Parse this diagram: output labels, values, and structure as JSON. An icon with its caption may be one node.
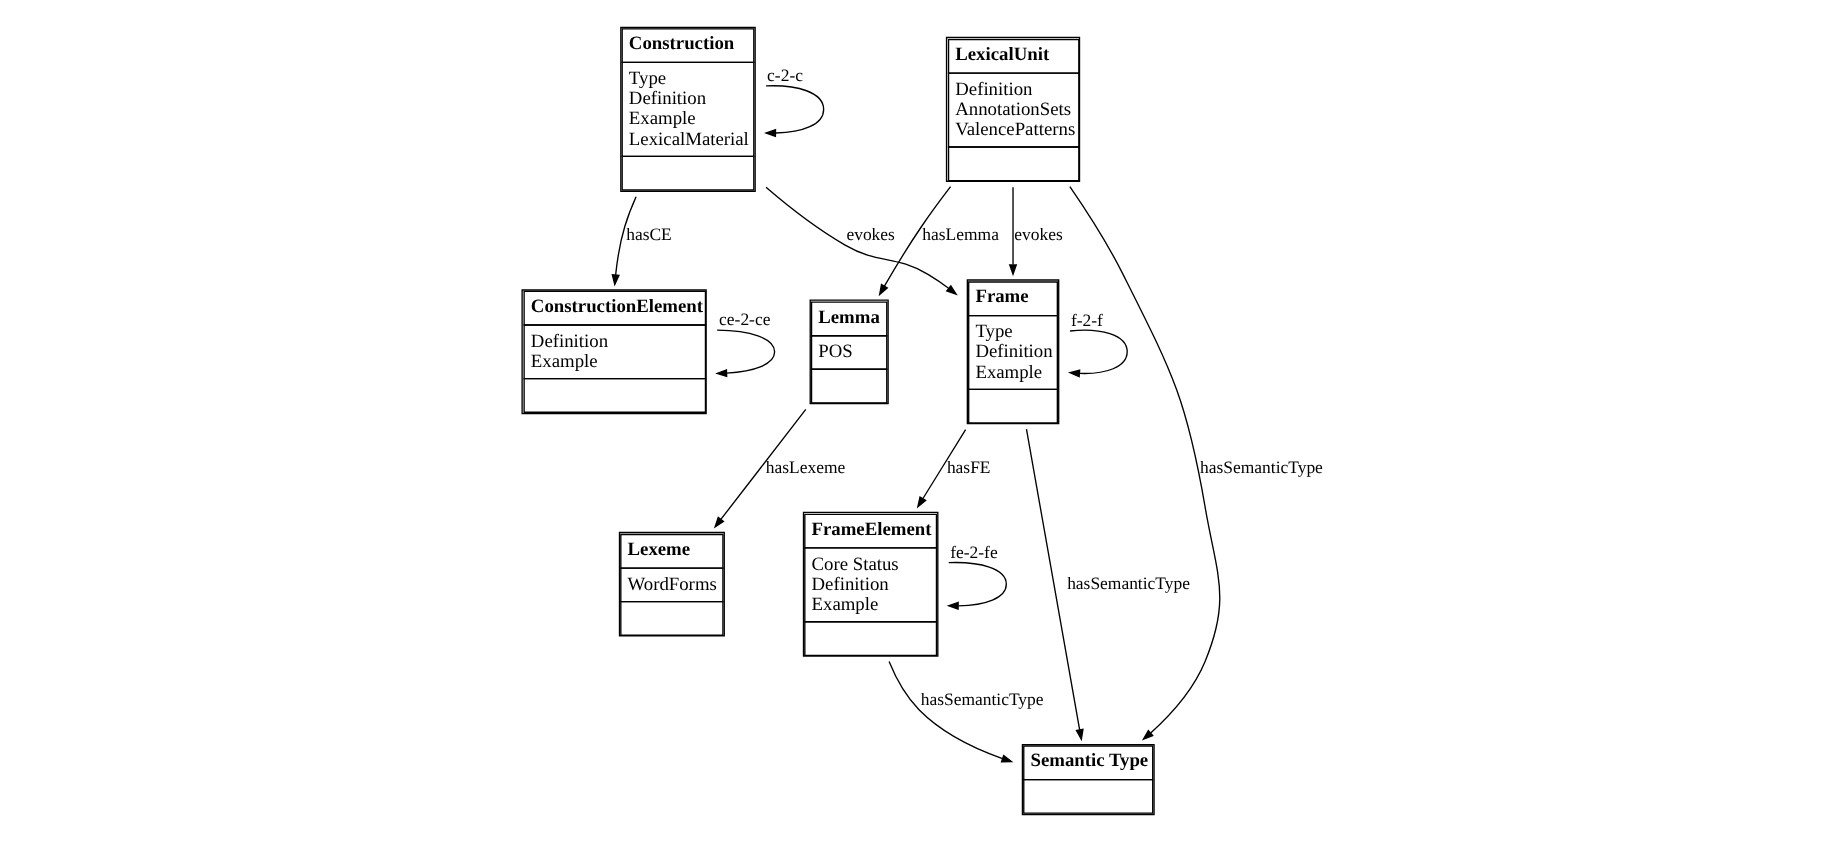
{
  "diagram": {
    "nodes": [
      {
        "text": [
          "FrameElement",
          "Core Status",
          "Definition",
          "Example"
        ]
      },
      {
        "text": [
          "Frame",
          "Type",
          "Definition",
          "Example"
        ]
      },
      {
        "text": [
          "Construction",
          "Type",
          "Definition",
          "Example",
          "LexicalMaterial"
        ]
      },
      {
        "text": [
          "Semantic Type"
        ]
      },
      {
        "text": [
          "LexicalUnit",
          "Definition",
          "AnnotationSets",
          "ValencePatterns"
        ]
      },
      {
        "text": [
          "ConstructionElement",
          "Definition",
          "Example"
        ]
      },
      {
        "text": [
          "Lexeme",
          "WordForms"
        ]
      },
      {
        "text": [
          "Lemma",
          "POS"
        ]
      }
    ],
    "edges": [
      {
        "from": 1,
        "to": 0,
        "arrow": "to",
        "label": "hasFE"
      },
      {
        "from": 0,
        "to": 0,
        "arrow": "to",
        "label": "fe-2-fe"
      },
      {
        "from": 1,
        "to": 1,
        "arrow": "to",
        "label": "f-2-f"
      },
      {
        "from": 2,
        "to": 1,
        "arrow": "to",
        "label": "evokes"
      },
      {
        "from": 2,
        "to": 5,
        "arrow": "to",
        "label": "hasCE"
      },
      {
        "from": 2,
        "to": 2,
        "arrow": "to",
        "label": "c-2-c"
      },
      {
        "from": 0,
        "to": 3,
        "arrow": "to",
        "label": "hasSemanticType"
      },
      {
        "from": 1,
        "to": 3,
        "arrow": "to",
        "label": "hasSemanticType"
      },
      {
        "from": 4,
        "to": 1,
        "arrow": "to",
        "label": "evokes"
      },
      {
        "from": 4,
        "to": 3,
        "arrow": "to",
        "label": "hasSemanticType"
      },
      {
        "from": 4,
        "to": 7,
        "arrow": "to",
        "label": "hasLemma"
      },
      {
        "from": 7,
        "to": 6,
        "arrow": "to",
        "label": "hasLexeme"
      },
      {
        "from": 5,
        "to": 5,
        "arrow": "to",
        "label": "ce-2-ce"
      }
    ]
  }
}
